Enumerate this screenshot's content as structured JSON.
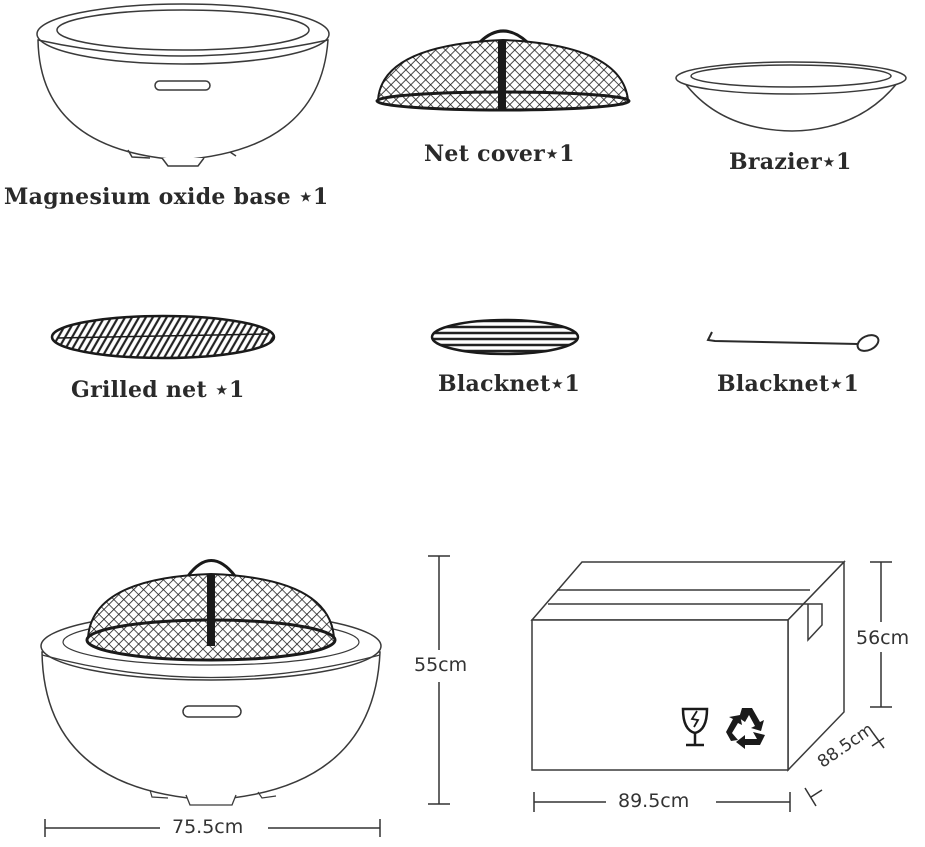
{
  "parts": [
    {
      "label": "Magnesium oxide base ⋆1",
      "icon": "base-bowl-icon"
    },
    {
      "label": "Net cover⋆1",
      "icon": "net-cover-icon"
    },
    {
      "label": "Brazier⋆1",
      "icon": "brazier-icon"
    },
    {
      "label": "Grilled net ⋆1",
      "icon": "grill-net-icon"
    },
    {
      "label": "Blacknet⋆1",
      "icon": "blacknet-icon"
    },
    {
      "label": "Blacknet⋆1",
      "icon": "poker-icon"
    }
  ],
  "dimensions": {
    "product_width": "75.5cm",
    "product_height": "55cm",
    "box_width": "89.5cm",
    "box_height": "56cm",
    "box_depth": "88.5cm"
  },
  "colors": {
    "stroke": "#3a3a3a",
    "mesh": "#1a1a1a",
    "text": "#2a2a2a"
  }
}
